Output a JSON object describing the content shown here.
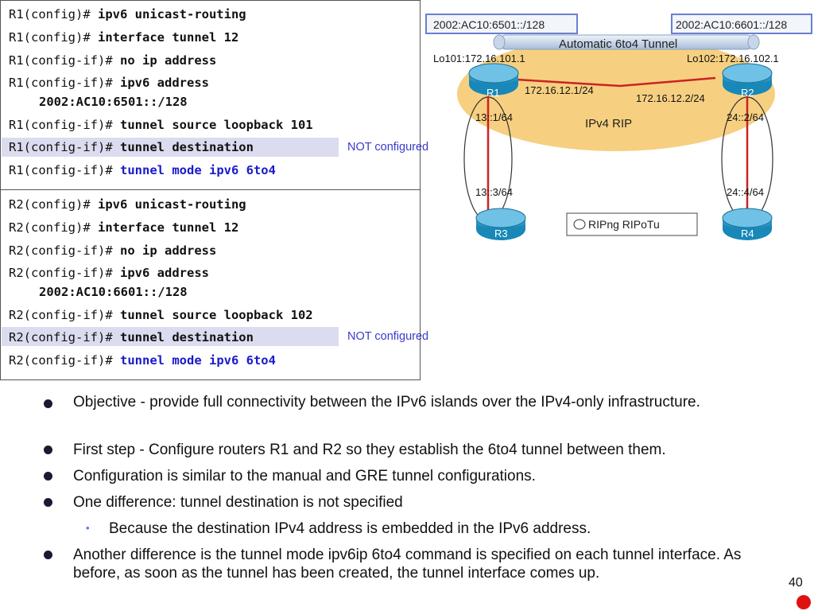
{
  "r1_config": {
    "lines": [
      {
        "prompt": "R1(config)#",
        "cmd": "ipv6 unicast-routing"
      },
      {
        "prompt": "R1(config)#",
        "cmd": "interface tunnel 12"
      },
      {
        "prompt": "R1(config-if)#",
        "cmd": "no ip address"
      },
      {
        "prompt": "R1(config-if)#",
        "cmd": "ipv6 address"
      },
      {
        "prompt": "",
        "cmd": "2002:AC10:6501::/128"
      },
      {
        "prompt": "R1(config-if)#",
        "cmd": "tunnel source loopback 101"
      },
      {
        "prompt": "R1(config-if)#",
        "cmd": "tunnel destination"
      },
      {
        "prompt": "R1(config-if)#",
        "cmd": "tunnel mode ipv6 6to4"
      }
    ],
    "not_configured": "NOT configured"
  },
  "r2_config": {
    "lines": [
      {
        "prompt": "R2(config)#",
        "cmd": "ipv6 unicast-routing"
      },
      {
        "prompt": "R2(config)#",
        "cmd": "interface tunnel 12"
      },
      {
        "prompt": "R2(config-if)#",
        "cmd": "no ip address"
      },
      {
        "prompt": "R2(config-if)#",
        "cmd": "ipv6 address"
      },
      {
        "prompt": "",
        "cmd": "2002:AC10:6601::/128"
      },
      {
        "prompt": "R2(config-if)#",
        "cmd": "tunnel source loopback 102"
      },
      {
        "prompt": "R2(config-if)#",
        "cmd": "tunnel destination"
      },
      {
        "prompt": "R2(config-if)#",
        "cmd": "tunnel mode ipv6 6to4"
      }
    ],
    "not_configured": "NOT configured"
  },
  "diagram": {
    "addr_left": "2002:AC10:6501::/128",
    "addr_right": "2002:AC10:6601::/128",
    "tunnel_label": "Automatic 6to4 Tunnel",
    "lo101": "Lo101:172.16.101.1",
    "lo102": "Lo102:172.16.102.1",
    "link_r1": "172.16.12.1/24",
    "link_r2": "172.16.12.2/24",
    "ipv4_rip": "IPv4 RIP",
    "r1": "R1",
    "r2": "R2",
    "r3": "R3",
    "r4": "R4",
    "r1_lan": "13::1/64",
    "r3_lan": "13::3/64",
    "r2_lan": "24::2/64",
    "r4_lan": "24::4/64",
    "legend": "RIPng RIPoTu"
  },
  "bullets": [
    "Objective  - provide full connectivity between the IPv6 islands over the IPv4-only infrastructure.",
    "First step - Configure routers R1 and R2 so they establish the 6to4 tunnel between them.",
    "Configuration is similar to the manual and GRE tunnel configurations.",
    "One difference:  tunnel destination is not specified",
    "Because the destination IPv4 address is embedded in the IPv6 address.",
    "Another difference is the tunnel mode ipv6ip 6to4 command is specified on each tunnel interface. As before, as soon as the tunnel has been created, the tunnel interface comes up."
  ],
  "page_number": "40"
}
